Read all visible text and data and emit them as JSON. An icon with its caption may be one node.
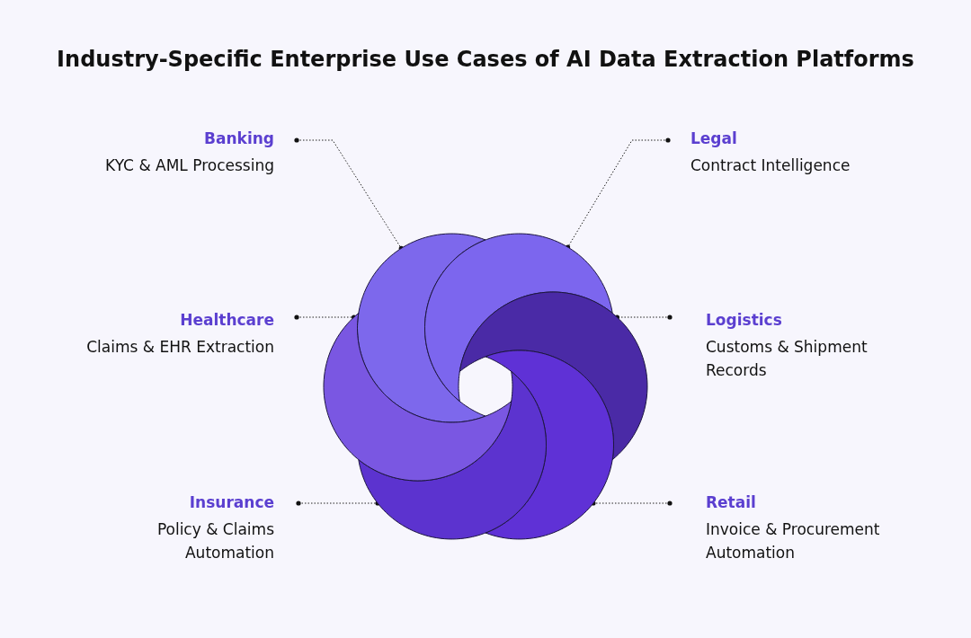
{
  "diagram": {
    "title": "Industry-Specific Enterprise Use Cases of AI Data Extraction Platforms",
    "nodes": [
      {
        "text": [
          "Banking",
          "KYC & AML Processing"
        ]
      },
      {
        "text": [
          "Legal",
          "Contract Intelligence"
        ]
      },
      {
        "text": [
          "Healthcare",
          "Claims & EHR Extraction"
        ]
      },
      {
        "text": [
          "Logistics",
          "Customs & Shipment Records"
        ]
      },
      {
        "text": [
          "Insurance",
          "Policy & Claims Automation"
        ]
      },
      {
        "text": [
          "Retail",
          "Invoice & Procurement Automation"
        ]
      },
      {
        "text": [],
        "shape": "circle"
      },
      {
        "text": [],
        "shape": "circle"
      },
      {
        "text": [],
        "shape": "circle"
      },
      {
        "text": [],
        "shape": "circle"
      },
      {
        "text": [],
        "shape": "circle"
      },
      {
        "text": [],
        "shape": "circle"
      }
    ],
    "edges": [
      {
        "from": 0,
        "to": 6,
        "arrow": "other",
        "style": "dashed"
      },
      {
        "from": 1,
        "to": 7,
        "arrow": "other",
        "style": "dashed"
      },
      {
        "from": 2,
        "to": 8,
        "arrow": "other",
        "style": "dashed"
      },
      {
        "from": 3,
        "to": 9,
        "arrow": "other",
        "style": "dashed"
      },
      {
        "from": 4,
        "to": 10,
        "arrow": "other",
        "style": "dashed"
      },
      {
        "from": 5,
        "to": 11,
        "arrow": "other",
        "style": "dashed"
      }
    ]
  }
}
